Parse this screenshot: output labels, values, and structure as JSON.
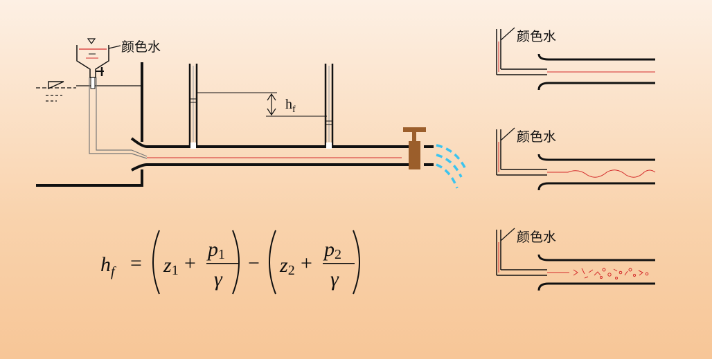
{
  "labels": {
    "dye": "颜色水",
    "hf_main": "h",
    "hf_sub": "f",
    "dye_laminar": "颜色水",
    "dye_transition": "颜色水",
    "dye_turbulent": "颜色水"
  },
  "formula": {
    "lhs_main": "h",
    "lhs_sub": "f",
    "equals": "=",
    "z1": "z",
    "z1_sub": "1",
    "plus1": "+",
    "p1": "p",
    "p1_sub": "1",
    "gamma1": "γ",
    "minus": "−",
    "z2": "z",
    "z2_sub": "2",
    "plus2": "+",
    "p2": "p",
    "p2_sub": "2",
    "gamma2": "γ"
  },
  "colors": {
    "dye": "#d42a2a",
    "water": "#3cc4ee",
    "valve": "#9b5e2b",
    "line": "#111111"
  }
}
